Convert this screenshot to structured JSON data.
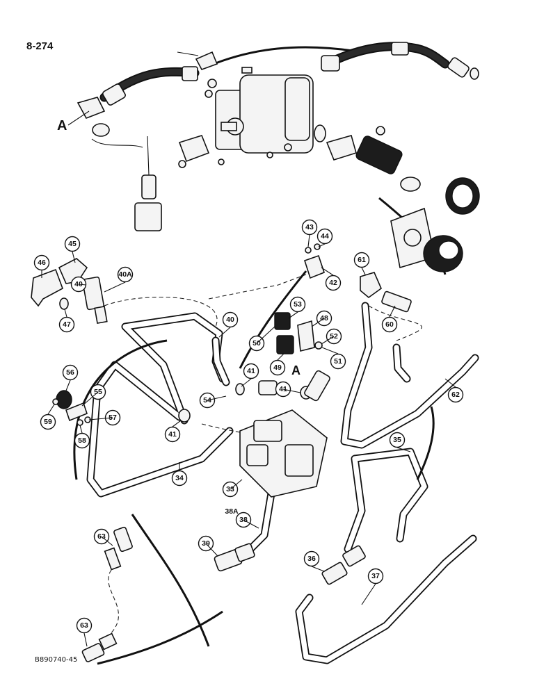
{
  "page_number": "8-274",
  "drawing_code": "B890740-45",
  "ref_letter_top": "A",
  "ref_letter_mid": "A",
  "callouts": [
    "33",
    "34",
    "35",
    "36",
    "37",
    "38",
    "38A",
    "39",
    "40",
    "40A",
    "40",
    "41",
    "41",
    "41",
    "42",
    "43",
    "44",
    "45",
    "46",
    "47",
    "48",
    "49",
    "50",
    "51",
    "52",
    "53",
    "54",
    "55",
    "56",
    "57",
    "58",
    "59",
    "60",
    "61",
    "62",
    "63",
    "63"
  ]
}
